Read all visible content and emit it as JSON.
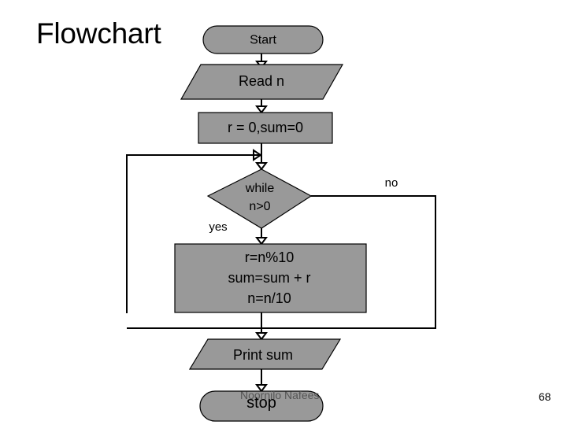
{
  "slide": {
    "title": "Flowchart",
    "page_number": "68",
    "watermark": "Noornilo Nafees",
    "background_color": "#ffffff",
    "shape_fill_color": "#999999",
    "shape_stroke_color": "#000000"
  },
  "flowchart": {
    "nodes": [
      {
        "id": "start",
        "type": "terminator",
        "label": "Start"
      },
      {
        "id": "read",
        "type": "input-output",
        "label": "Read n"
      },
      {
        "id": "init",
        "type": "process",
        "label": "r = 0,sum=0"
      },
      {
        "id": "while",
        "type": "decision",
        "label_line1": "while",
        "label_line2": "n>0"
      },
      {
        "id": "body",
        "type": "process",
        "label_line1": "r=n%10",
        "label_line2": "sum=sum + r",
        "label_line3": "n=n/10"
      },
      {
        "id": "print",
        "type": "input-output",
        "label": "Print sum"
      },
      {
        "id": "stop",
        "type": "terminator",
        "label": "stop"
      }
    ],
    "edge_labels": {
      "yes": "yes",
      "no": "no"
    }
  }
}
